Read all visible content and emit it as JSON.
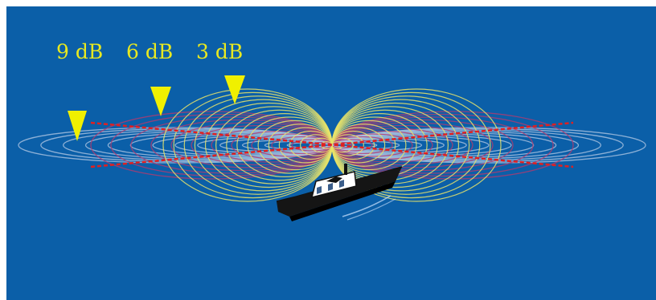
{
  "labels": {
    "db9": "9 dB",
    "db6": "6 dB",
    "db3": "3 dB"
  },
  "colors": {
    "background": "#0b5fa8",
    "label": "#e8e820",
    "marker": "#f0f000",
    "beam_3db": "#e8e36a",
    "beam_6db": "#b33a6e",
    "beam_9db": "#b8cbe6",
    "beam_axis": "#e02020"
  },
  "icons": {
    "markers": "down-triangle",
    "vessel": "boat-icon"
  }
}
